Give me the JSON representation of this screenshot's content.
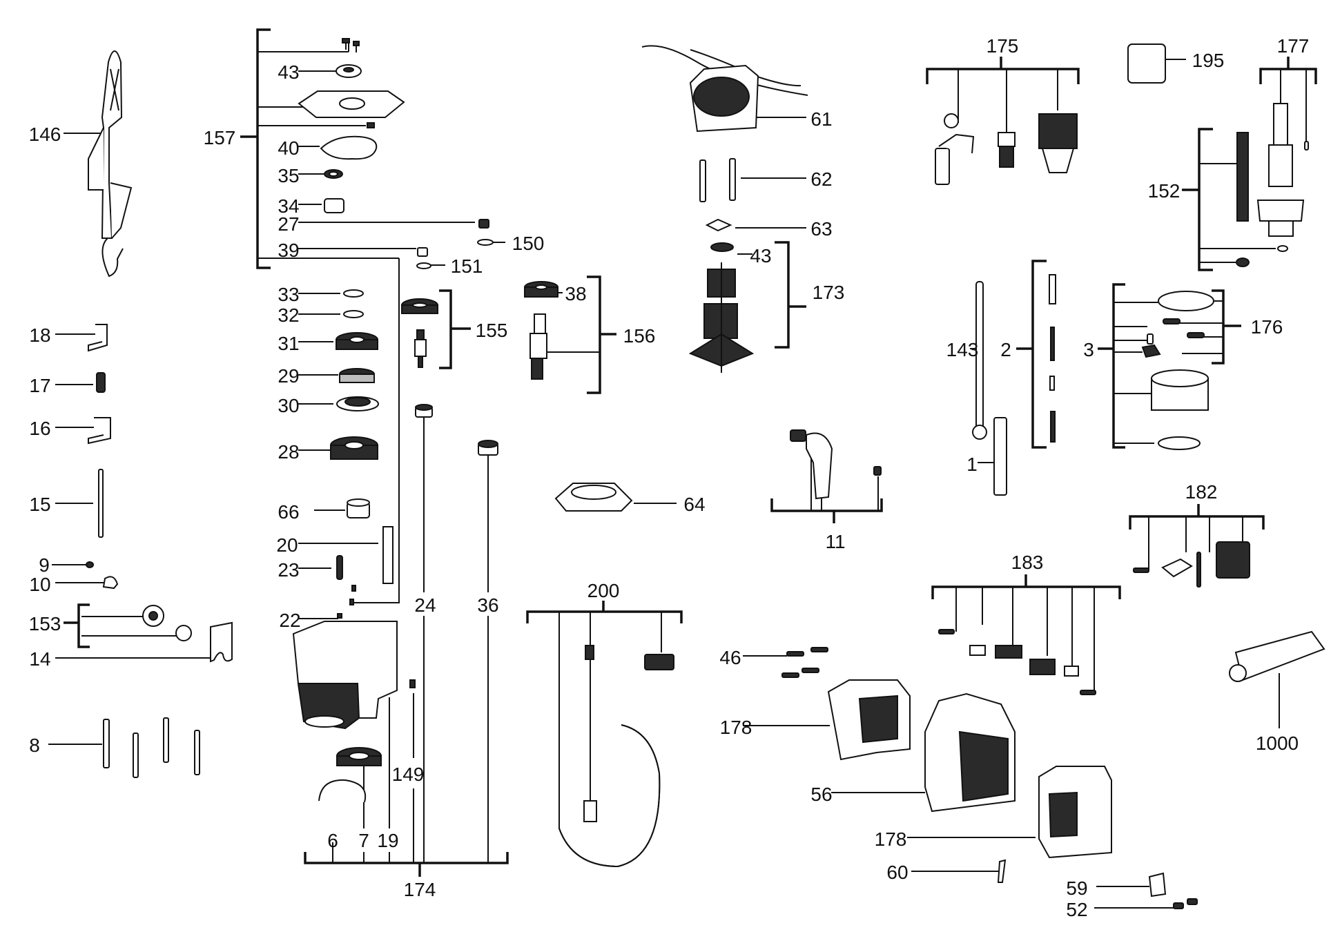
{
  "parts": [
    {
      "id": "p146",
      "label": "146"
    },
    {
      "id": "p157",
      "label": "157"
    },
    {
      "id": "p43a",
      "label": "43"
    },
    {
      "id": "p40",
      "label": "40"
    },
    {
      "id": "p35",
      "label": "35"
    },
    {
      "id": "p34",
      "label": "34"
    },
    {
      "id": "p27",
      "label": "27"
    },
    {
      "id": "p150",
      "label": "150"
    },
    {
      "id": "p39",
      "label": "39"
    },
    {
      "id": "p151",
      "label": "151"
    },
    {
      "id": "p33",
      "label": "33"
    },
    {
      "id": "p32",
      "label": "32"
    },
    {
      "id": "p31",
      "label": "31"
    },
    {
      "id": "p29",
      "label": "29"
    },
    {
      "id": "p30",
      "label": "30"
    },
    {
      "id": "p28",
      "label": "28"
    },
    {
      "id": "p155",
      "label": "155"
    },
    {
      "id": "p38",
      "label": "38"
    },
    {
      "id": "p156",
      "label": "156"
    },
    {
      "id": "p66",
      "label": "66"
    },
    {
      "id": "p20",
      "label": "20"
    },
    {
      "id": "p23",
      "label": "23"
    },
    {
      "id": "p24",
      "label": "24"
    },
    {
      "id": "p36",
      "label": "36"
    },
    {
      "id": "p22",
      "label": "22"
    },
    {
      "id": "p149",
      "label": "149"
    },
    {
      "id": "p6",
      "label": "6"
    },
    {
      "id": "p7",
      "label": "7"
    },
    {
      "id": "p19",
      "label": "19"
    },
    {
      "id": "p174",
      "label": "174"
    },
    {
      "id": "p18",
      "label": "18"
    },
    {
      "id": "p17",
      "label": "17"
    },
    {
      "id": "p16",
      "label": "16"
    },
    {
      "id": "p15",
      "label": "15"
    },
    {
      "id": "p9",
      "label": "9"
    },
    {
      "id": "p10",
      "label": "10"
    },
    {
      "id": "p153",
      "label": "153"
    },
    {
      "id": "p14",
      "label": "14"
    },
    {
      "id": "p8",
      "label": "8"
    },
    {
      "id": "p61",
      "label": "61"
    },
    {
      "id": "p62",
      "label": "62"
    },
    {
      "id": "p63",
      "label": "63"
    },
    {
      "id": "p43b",
      "label": "43"
    },
    {
      "id": "p173",
      "label": "173"
    },
    {
      "id": "p64",
      "label": "64"
    },
    {
      "id": "p200",
      "label": "200"
    },
    {
      "id": "p11",
      "label": "11"
    },
    {
      "id": "p46",
      "label": "46"
    },
    {
      "id": "p178a",
      "label": "178"
    },
    {
      "id": "p56",
      "label": "56"
    },
    {
      "id": "p178b",
      "label": "178"
    },
    {
      "id": "p60",
      "label": "60"
    },
    {
      "id": "p59",
      "label": "59"
    },
    {
      "id": "p52",
      "label": "52"
    },
    {
      "id": "p175",
      "label": "175"
    },
    {
      "id": "p195",
      "label": "195"
    },
    {
      "id": "p177",
      "label": "177"
    },
    {
      "id": "p152",
      "label": "152"
    },
    {
      "id": "p143",
      "label": "143"
    },
    {
      "id": "p2",
      "label": "2"
    },
    {
      "id": "p1",
      "label": "1"
    },
    {
      "id": "p3",
      "label": "3"
    },
    {
      "id": "p176",
      "label": "176"
    },
    {
      "id": "p182",
      "label": "182"
    },
    {
      "id": "p183",
      "label": "183"
    },
    {
      "id": "p1000",
      "label": "1000"
    }
  ]
}
